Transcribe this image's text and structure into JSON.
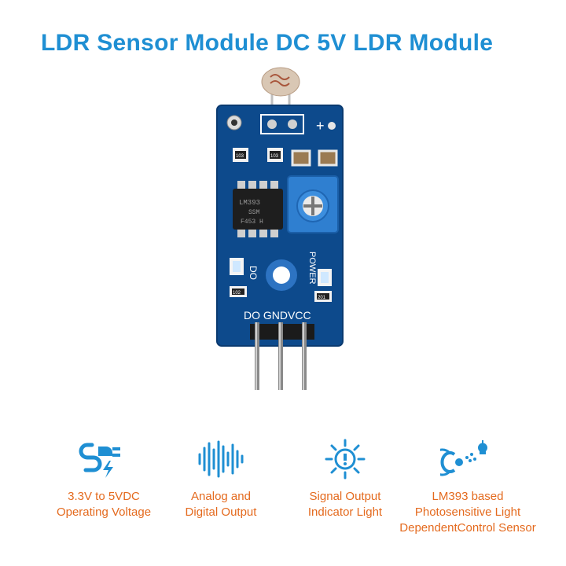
{
  "title": "LDR Sensor Module DC 5V LDR Module",
  "colors": {
    "title": "#1f8fd3",
    "icon": "#1f8fd3",
    "caption": "#e46a1e",
    "pcb": "#0d4a8c"
  },
  "board": {
    "top_markings": "+",
    "chip_label_1": "LM393",
    "chip_label_2": "SSM",
    "chip_label_3": "F453 H",
    "resistor_1": "103",
    "resistor_2": "103",
    "resistor_3": "102",
    "resistor_4": "201",
    "led_do_label": "DO",
    "led_power_label": "POWER",
    "pin_labels": "DO GNDVCC"
  },
  "features": [
    {
      "icon": "plug-power-icon",
      "line1": "3.3V to 5VDC",
      "line2": "Operating Voltage",
      "line3": ""
    },
    {
      "icon": "waveform-icon",
      "line1": "Analog and",
      "line2": "Digital Output",
      "line3": ""
    },
    {
      "icon": "indicator-light-icon",
      "line1": "Signal Output",
      "line2": "Indicator Light",
      "line3": ""
    },
    {
      "icon": "light-sensor-icon",
      "line1": "LM393 based",
      "line2": "Photosensitive Light",
      "line3": "DependentControl Sensor"
    }
  ]
}
